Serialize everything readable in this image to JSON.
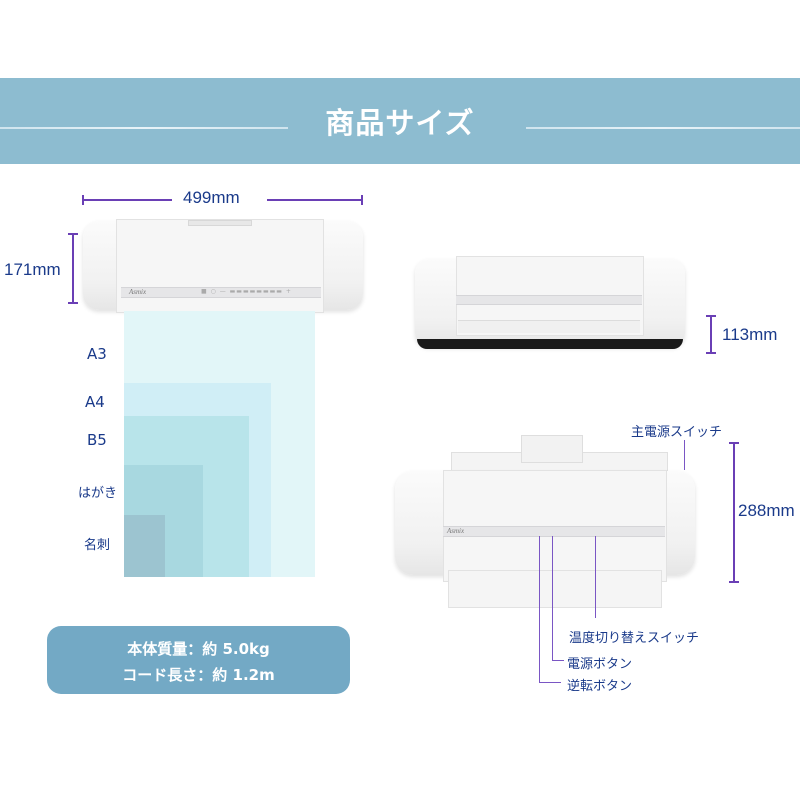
{
  "header": {
    "title": "商品サイズ",
    "banner_color": "#8dbcd0"
  },
  "top_view": {
    "width_label": "499mm",
    "depth_label": "171mm",
    "brand": "Asmix"
  },
  "paper_sizes": {
    "labels": [
      "A3",
      "A4",
      "B5",
      "はがき",
      "名刺"
    ],
    "colors": {
      "A3": "#e2f6f8",
      "A4": "#d0eef6",
      "B5": "#b8e4ea",
      "はがき": "#a8d8e0",
      "名刺": "#9cc4d0"
    }
  },
  "front_view": {
    "height_label": "113mm"
  },
  "open_view": {
    "depth_label": "288mm",
    "callouts": {
      "main_power": "主電源スイッチ",
      "temp_switch": "温度切り替えスイッチ",
      "power_button": "電源ボタン",
      "reverse_button": "逆転ボタン"
    }
  },
  "specs": {
    "weight": "本体質量：約 5.0kg",
    "cord": "コード長さ：約 1.2m",
    "box_color": "#73a9c5"
  },
  "accent_colors": {
    "dimension_line": "#6a3fb5",
    "label_text": "#1a3a8a"
  }
}
